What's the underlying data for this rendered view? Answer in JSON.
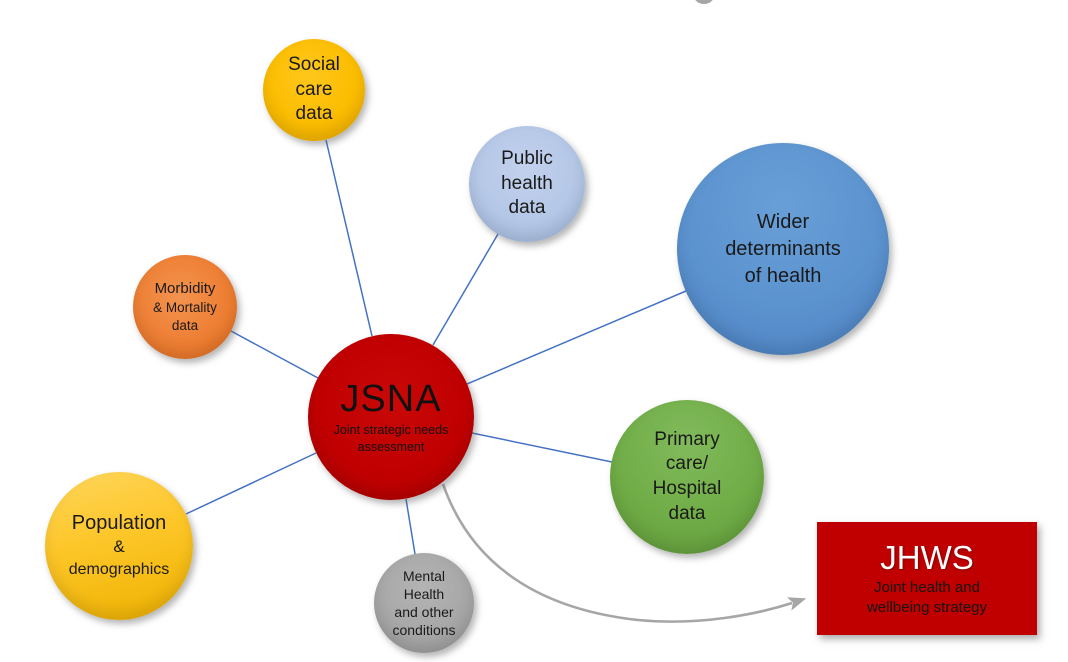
{
  "center": {
    "title": "JSNA",
    "subtitle": "Joint strategic needs\nassessment"
  },
  "nodes": {
    "social_care": {
      "label": "Social\ncare\ndata"
    },
    "public_health": {
      "label": "Public\nhealth\ndata"
    },
    "wider_determinants": {
      "label": "Wider\ndeterminants\nof health"
    },
    "morbidity_mortality": {
      "line1": "Morbidity",
      "line2": "& Mortality",
      "line3": "data"
    },
    "primary_care": {
      "label": "Primary\ncare/\nHospital\ndata"
    },
    "population_demographics": {
      "line1": "Population",
      "line2": "&",
      "line3": "demographics"
    },
    "mental_health": {
      "label": "Mental\nHealth\nand other\nconditions"
    }
  },
  "outcome": {
    "title": "JHWS",
    "subtitle": "Joint health and\nwellbeing strategy"
  },
  "colors": {
    "jsna_red": "#c00000",
    "jhws_red": "#c00000",
    "social_care_yellow": "#ffc000",
    "public_health_light_blue": "#b4c7e7",
    "wider_determinants_blue": "#5b9bd5",
    "morbidity_orange": "#ed7d31",
    "primary_care_green": "#70ad47",
    "population_gold": "#fdc628",
    "mental_health_gray": "#a6a6a6",
    "connector_blue": "#4472c4",
    "arrow_gray": "#a6a6a6"
  }
}
